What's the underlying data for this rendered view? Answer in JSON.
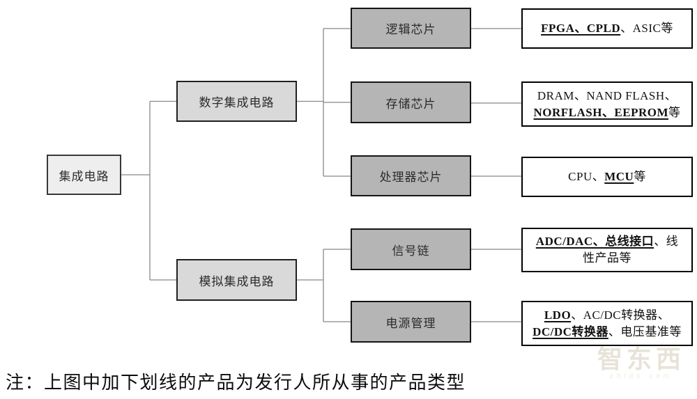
{
  "diagram": {
    "root": {
      "label": "集成电路"
    },
    "branches": [
      {
        "label": "数字集成电路"
      },
      {
        "label": "模拟集成电路"
      }
    ],
    "categories": [
      {
        "label": "逻辑芯片"
      },
      {
        "label": "存储芯片"
      },
      {
        "label": "处理器芯片"
      },
      {
        "label": "信号链"
      },
      {
        "label": "电源管理"
      }
    ],
    "products": [
      {
        "lines": [
          [
            {
              "t": "FPGA、CPLD",
              "u": true
            },
            {
              "t": "、ASIC等",
              "u": false
            }
          ]
        ]
      },
      {
        "lines": [
          [
            {
              "t": "DRAM、NAND FLASH、",
              "u": false
            }
          ],
          [
            {
              "t": "NORFLASH、EEPROM",
              "u": true
            },
            {
              "t": "等",
              "u": false
            }
          ]
        ]
      },
      {
        "lines": [
          [
            {
              "t": "CPU、",
              "u": false
            },
            {
              "t": "MCU",
              "u": true
            },
            {
              "t": "等",
              "u": false
            }
          ]
        ]
      },
      {
        "lines": [
          [
            {
              "t": "ADC/DAC、总线接口",
              "u": true
            },
            {
              "t": "、线",
              "u": false
            }
          ],
          [
            {
              "t": "性产品等",
              "u": false
            }
          ]
        ]
      },
      {
        "lines": [
          [
            {
              "t": "LDO",
              "u": true
            },
            {
              "t": "、AC/DC转换器、",
              "u": false
            }
          ],
          [
            {
              "t": "DC/DC转换器",
              "u": true
            },
            {
              "t": "、电压基准等",
              "u": false
            }
          ]
        ]
      }
    ],
    "note": "注：上图中加下划线的产品为发行人所从事的产品类型",
    "watermark": {
      "text": "智东西",
      "sub": "zhidx.com"
    },
    "colors": {
      "root_fill": "#eeeeee",
      "branch_fill": "#d9d9d9",
      "category_fill": "#b5b5b5",
      "product_fill": "#ffffff",
      "connector": "#888888"
    }
  }
}
